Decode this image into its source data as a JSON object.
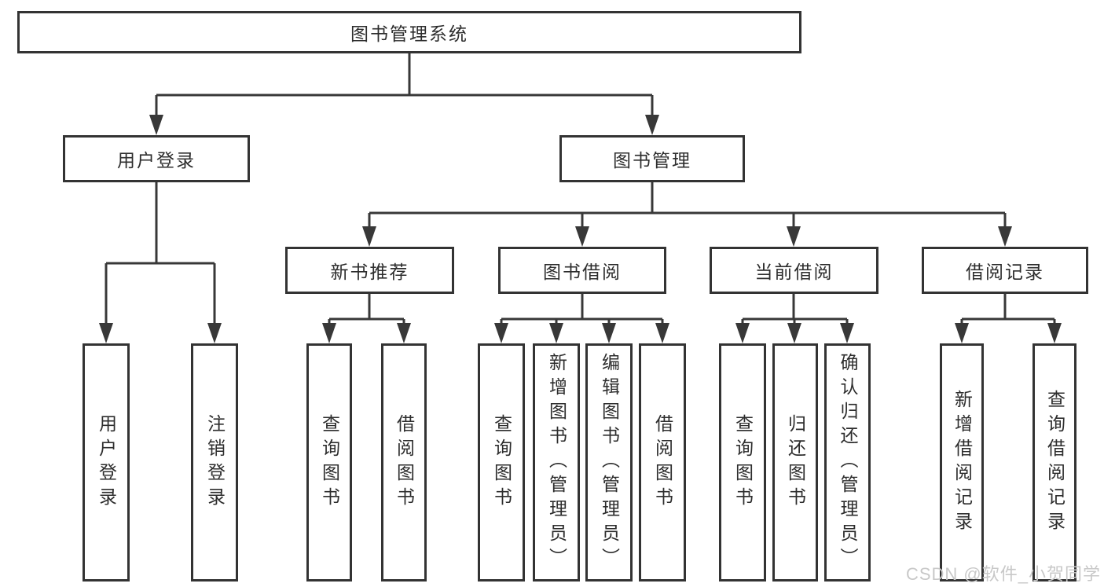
{
  "tree": {
    "label": "图书管理系统",
    "children": [
      {
        "label": "用户登录",
        "children": [
          {
            "label": "用户登录"
          },
          {
            "label": "注销登录"
          }
        ]
      },
      {
        "label": "图书管理",
        "children": [
          {
            "label": "新书推荐",
            "children": [
              {
                "label": "查询图书"
              },
              {
                "label": "借阅图书"
              }
            ]
          },
          {
            "label": "图书借阅",
            "children": [
              {
                "label": "查询图书"
              },
              {
                "label": "新增图书（管理员）"
              },
              {
                "label": "编辑图书（管理员）"
              },
              {
                "label": "借阅图书"
              }
            ]
          },
          {
            "label": "当前借阅",
            "children": [
              {
                "label": "查询图书"
              },
              {
                "label": "归还图书"
              },
              {
                "label": "确认归还（管理员）"
              }
            ]
          },
          {
            "label": "借阅记录",
            "children": [
              {
                "label": "新增借阅记录"
              },
              {
                "label": "查询借阅记录"
              }
            ]
          }
        ]
      }
    ]
  },
  "watermark": {
    "text": "CSDN @软件_小贺同学"
  },
  "colors": {
    "line": "#383838",
    "box_border": "#333333",
    "box_fill": "#ffffff",
    "text": "#2d2d2d",
    "watermark": "#c8c8c8",
    "background": "#ffffff"
  }
}
